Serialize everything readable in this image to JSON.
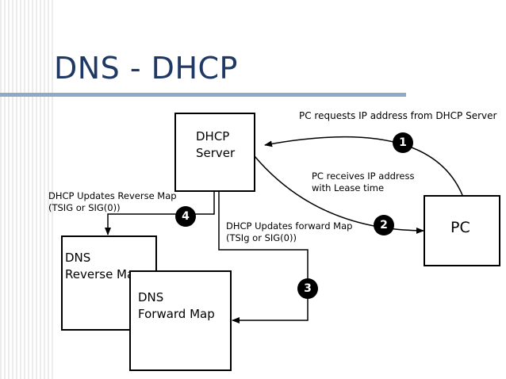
{
  "slide": {
    "title": "DNS - DHCP"
  },
  "diagram": {
    "nodes": {
      "dhcp_server": [
        "DHCP",
        "Server"
      ],
      "pc": "PC",
      "dns_reverse": [
        "DNS",
        "Reverse Map"
      ],
      "dns_forward": [
        "DNS",
        "Forward Map"
      ]
    },
    "steps": [
      {
        "number": "1",
        "text": [
          "PC requests IP address from DHCP Server"
        ]
      },
      {
        "number": "2",
        "text": [
          "PC receives IP address",
          "with Lease time"
        ]
      },
      {
        "number": "3",
        "text": [
          "DHCP Updates forward Map",
          "(TSIg or SIG(0))"
        ]
      },
      {
        "number": "4",
        "text": [
          "DHCP Updates Reverse Map",
          "(TSIG or SIG(0))"
        ]
      }
    ]
  }
}
